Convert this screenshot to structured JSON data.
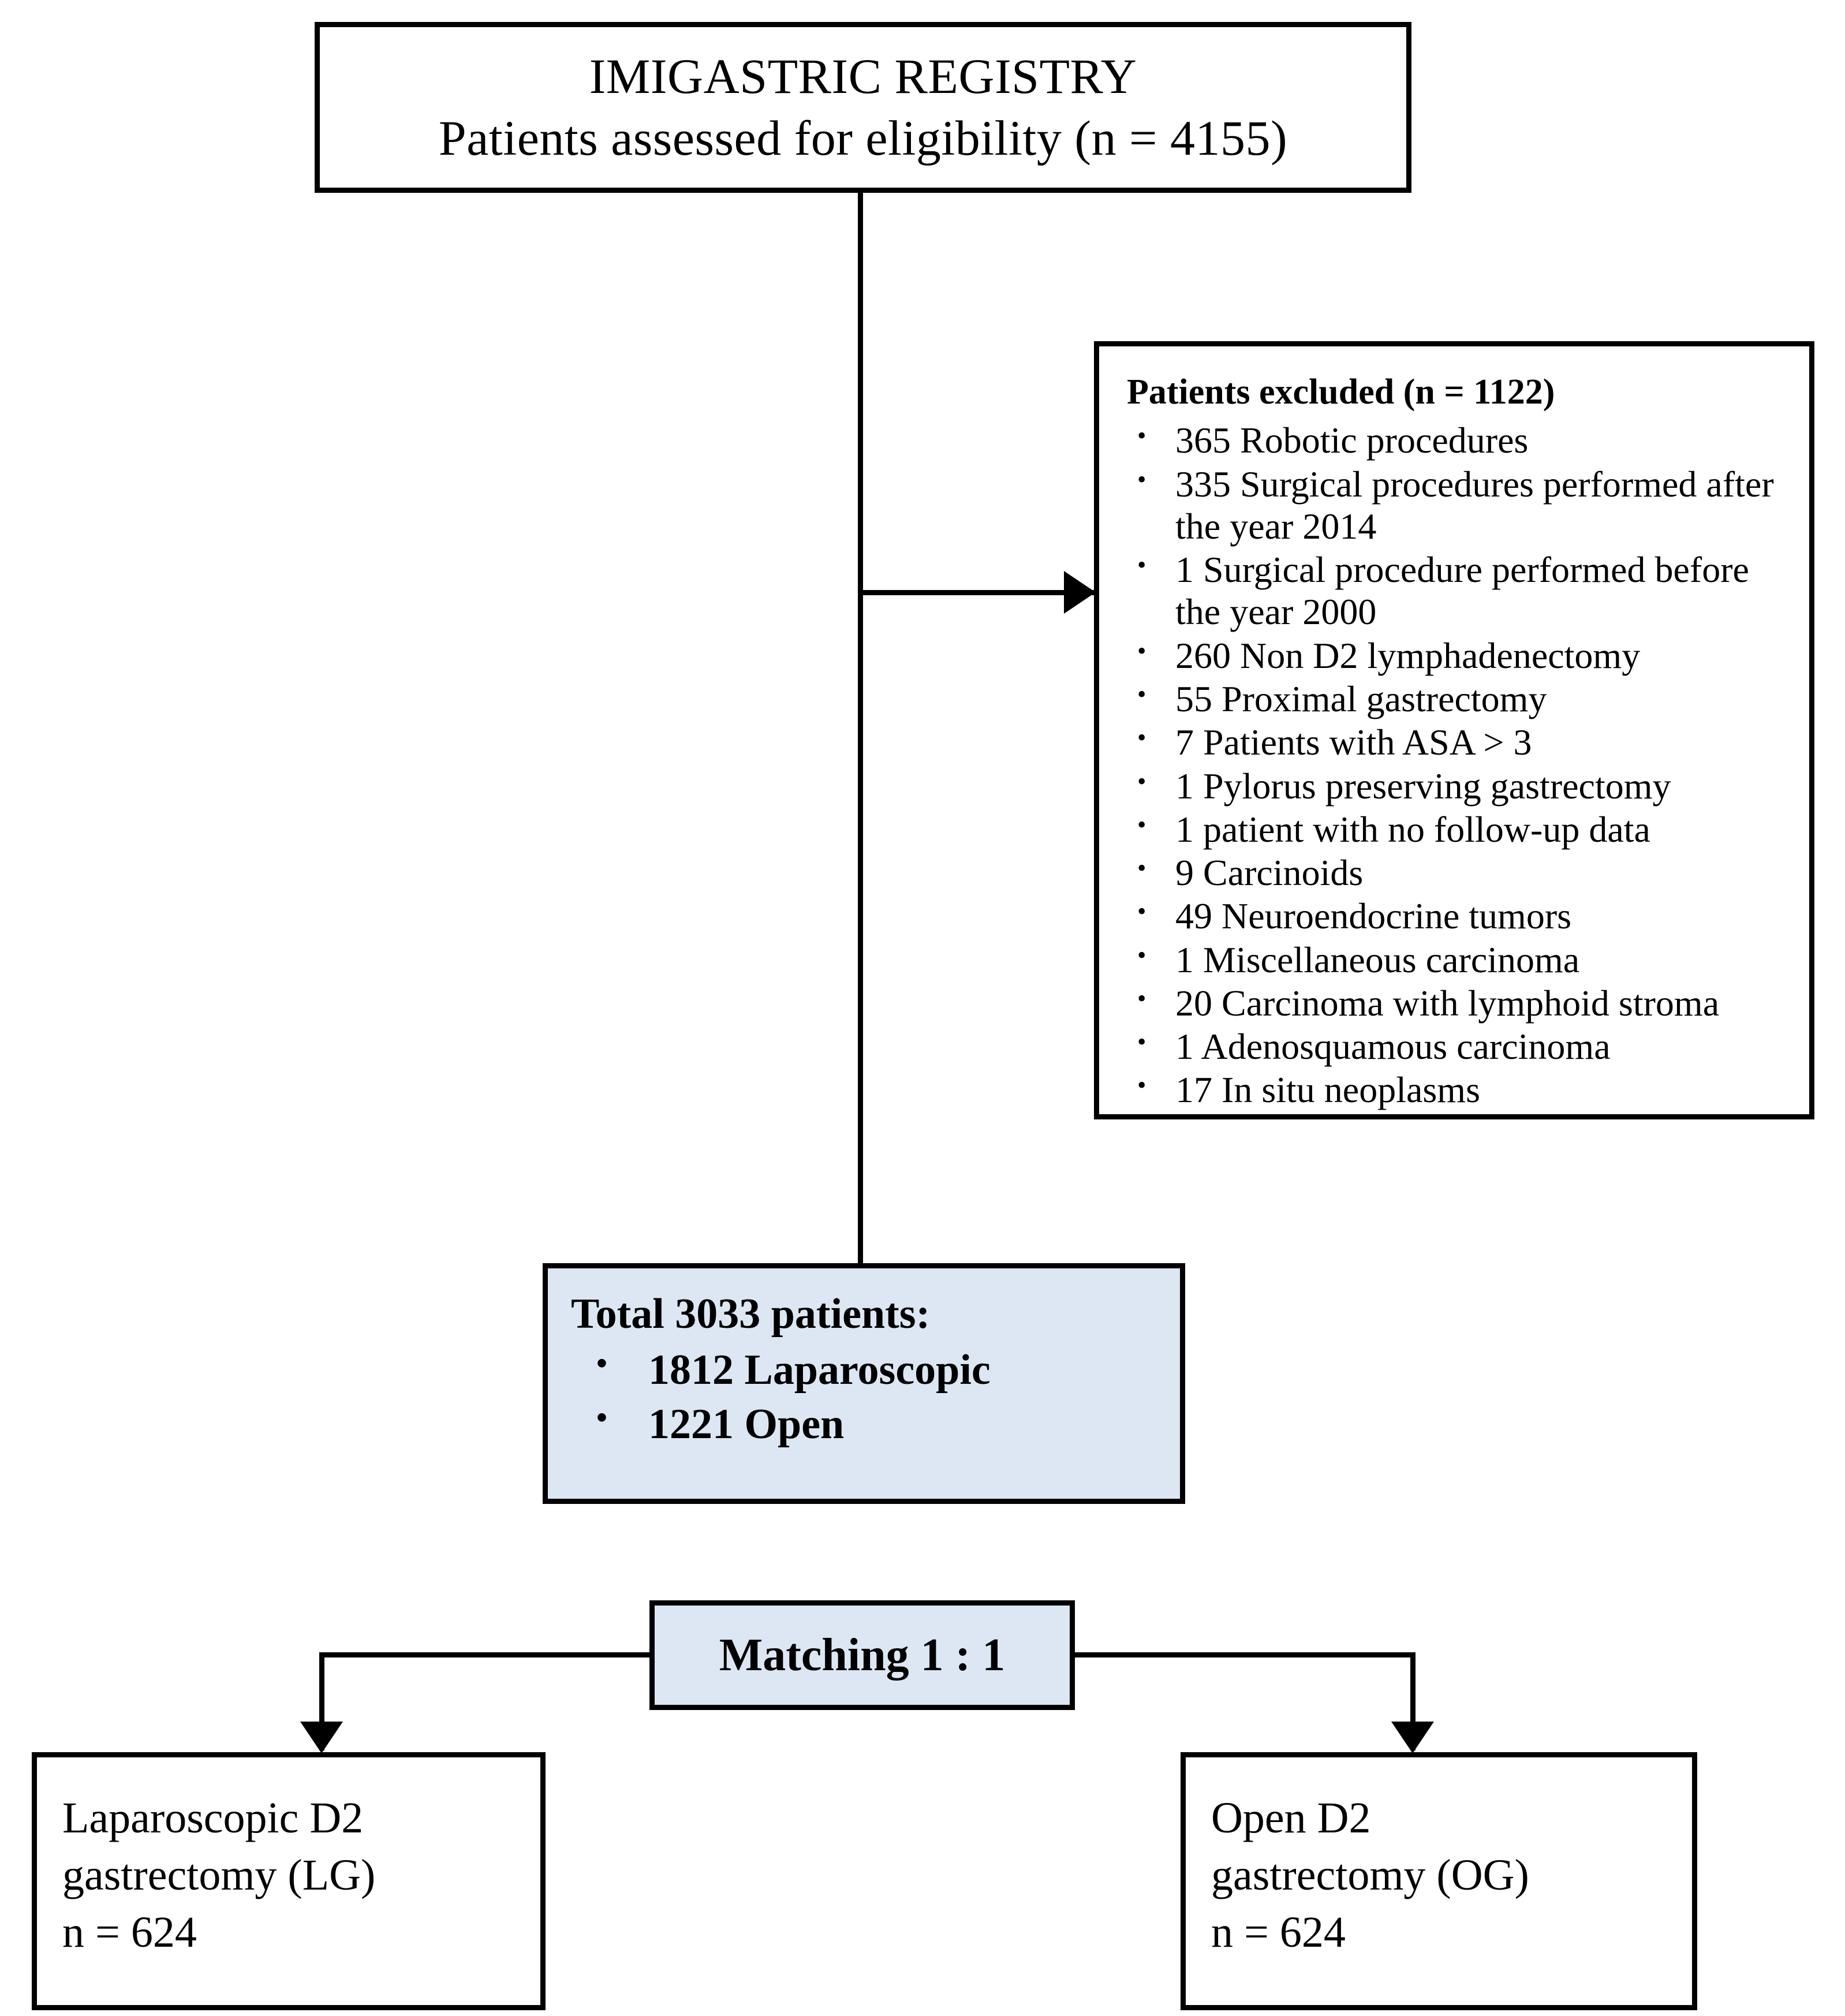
{
  "diagram": {
    "type": "flowchart",
    "title": "CONSORT-style patient selection flow diagram",
    "colors": {
      "box_border": "#000000",
      "box_fill": "#ffffff",
      "highlight_fill": "#dce7f3",
      "text": "#000000"
    },
    "top_box": {
      "title": "IMIGASTRIC REGISTRY",
      "subtitle": "Patients assessed for eligibility (n = 4155)"
    },
    "exclusion_box": {
      "title": "Patients excluded (n = 1122)",
      "items": [
        "365 Robotic procedures",
        "335 Surgical procedures performed after the year 2014",
        "1 Surgical procedure performed before the year 2000",
        "260 Non D2 lymphadenectomy",
        "55 Proximal gastrectomy",
        "7 Patients with ASA > 3",
        "1 Pylorus preserving gastrectomy",
        "1 patient with no follow-up data",
        "9 Carcinoids",
        "49 Neuroendocrine tumors",
        "1 Miscellaneous carcinoma",
        "20 Carcinoma with lymphoid stroma",
        "1 Adenosquamous carcinoma",
        "17 In situ neoplasms"
      ]
    },
    "total_box": {
      "title": "Total 3033 patients:",
      "items": [
        "1812 Laparoscopic",
        "1221 Open"
      ]
    },
    "matching_box": {
      "label": "Matching 1 : 1"
    },
    "outcome_left": {
      "line1": "Laparoscopic D2",
      "line2": "gastrectomy (LG)",
      "line3": "n = 624"
    },
    "outcome_right": {
      "line1": "Open D2",
      "line2": "gastrectomy (OG)",
      "line3": "n = 624"
    }
  }
}
